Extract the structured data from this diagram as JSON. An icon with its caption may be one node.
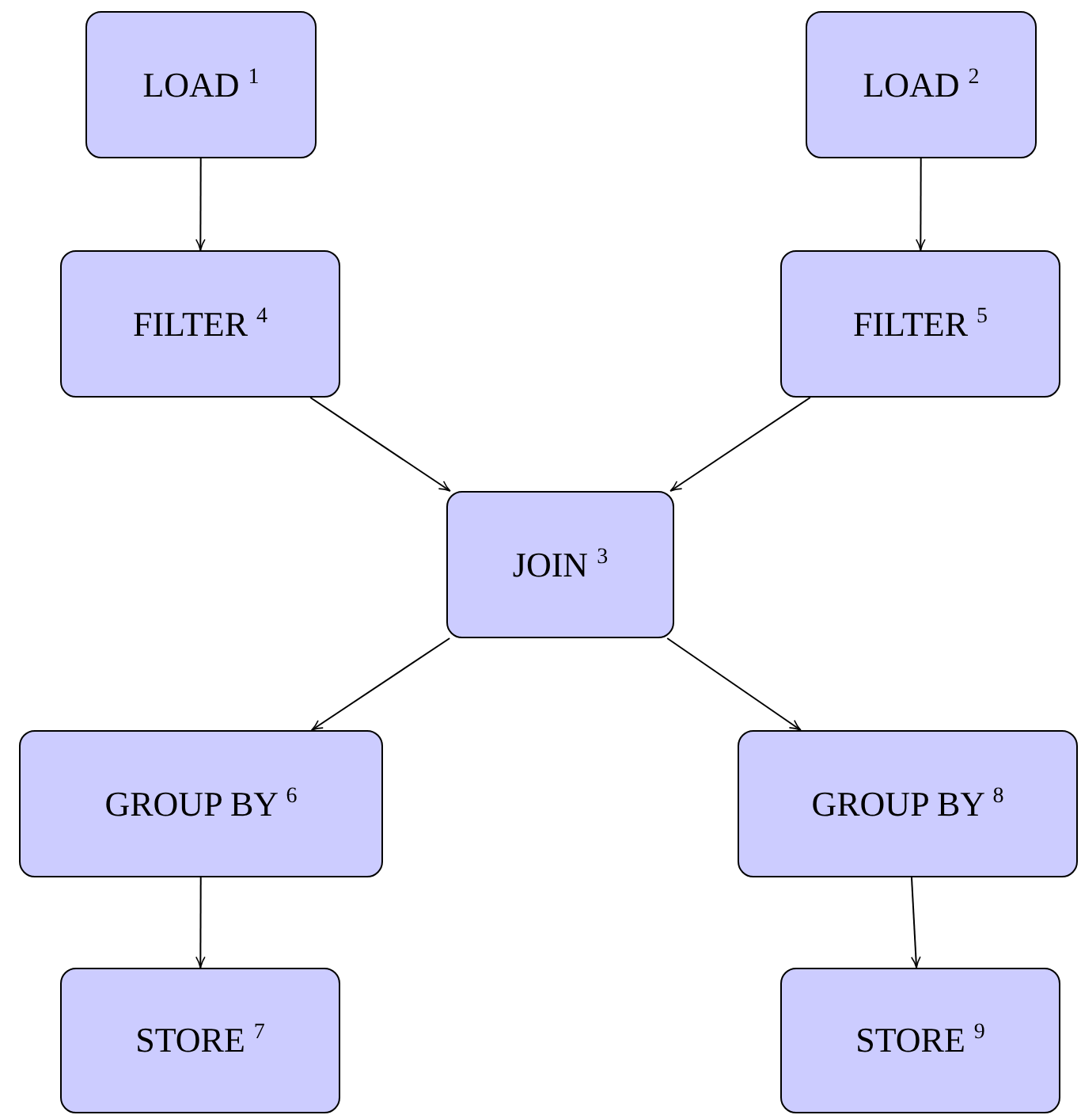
{
  "diagram": {
    "nodes": [
      {
        "text": [
          "LOAD $^{1}$"
        ]
      },
      {
        "text": [
          "LOAD $^{2}$"
        ]
      },
      {
        "text": [
          "FILTER $^{4}$"
        ]
      },
      {
        "text": [
          "FILTER $^{5}$"
        ]
      },
      {
        "text": [
          "JOIN $^{3}$"
        ]
      },
      {
        "text": [
          "GROUP BY $^{6}$"
        ]
      },
      {
        "text": [
          "GROUP BY $^{8}$"
        ]
      },
      {
        "text": [
          "STORE $^{7}$"
        ]
      },
      {
        "text": [
          "STORE $^{9}$"
        ]
      }
    ],
    "edges": [
      {
        "from": 0,
        "to": 2,
        "arrow": "to"
      },
      {
        "from": 1,
        "to": 3,
        "arrow": "to"
      },
      {
        "from": 2,
        "to": 4,
        "arrow": "to"
      },
      {
        "from": 3,
        "to": 4,
        "arrow": "to"
      },
      {
        "from": 4,
        "to": 5,
        "arrow": "to"
      },
      {
        "from": 4,
        "to": 6,
        "arrow": "to"
      },
      {
        "from": 5,
        "to": 7,
        "arrow": "to"
      },
      {
        "from": 6,
        "to": 8,
        "arrow": "to"
      }
    ]
  }
}
